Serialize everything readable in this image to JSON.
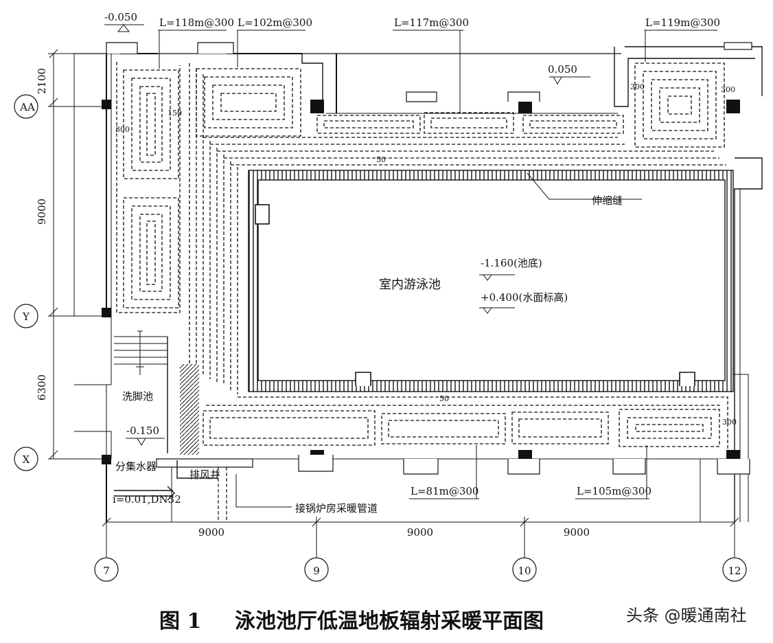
{
  "loops": {
    "l118": "L=118m@300",
    "l102": "L=102m@300",
    "l117": "L=117m@300",
    "l119": "L=119m@300",
    "l81": "L=81m@300",
    "l105": "L=105m@300"
  },
  "levels": {
    "top_left": "-0.050",
    "top_right": "0.050",
    "foot_bath": "-0.150",
    "pool_bottom": "-1.160(池底)",
    "water_level": "+0.400(水面标高)"
  },
  "rooms": {
    "pool": "室内游泳池",
    "foot_bath": "洗脚池",
    "expansion_joint": "伸缩缝",
    "manifold": "分集水器",
    "vent_shaft": "排风井",
    "boiler_pipe": "接锅炉房采暖管道",
    "pipe_spec": "i=0.01,DN32"
  },
  "spacing": {
    "s150": "150",
    "s300": "300",
    "s50": "50"
  },
  "dims": {
    "left": [
      "2100",
      "9000",
      "6300"
    ],
    "bottom": [
      "9000",
      "9000",
      "9000"
    ]
  },
  "axes": {
    "cols": [
      "7",
      "9",
      "10",
      "12"
    ],
    "rows": [
      "AA",
      "Y",
      "X"
    ]
  },
  "caption": {
    "fig": "图 1",
    "title": "泳池池厅低温地板辐射采暖平面图",
    "watermark": "头条 @暖通南社"
  }
}
